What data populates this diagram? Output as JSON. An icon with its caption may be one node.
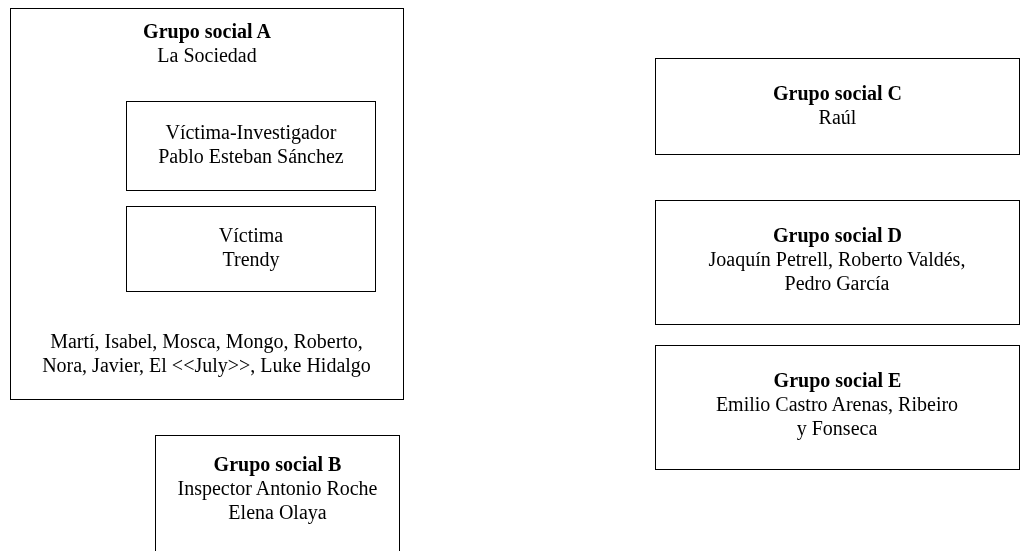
{
  "diagram": {
    "nodes": [
      {
        "text": [
          "Grupo social A",
          "La Sociedad",
          "Martí, Isabel, Mosca, Mongo, Roberto, Nora, Javier, El <<July>>, Luke Hidalgo"
        ]
      },
      {
        "text": [
          "Víctima-Investigador",
          "Pablo Esteban Sánchez"
        ],
        "in": 0
      },
      {
        "text": [
          "Víctima",
          "Trendy"
        ],
        "in": 0
      },
      {
        "text": [
          "Grupo social B",
          "Inspector Antonio Roche",
          "Elena Olaya"
        ]
      },
      {
        "text": [
          "Grupo social C",
          "Raúl"
        ]
      },
      {
        "text": [
          "Grupo social D",
          "Joaquín Petrell, Roberto Valdés, Pedro García"
        ]
      },
      {
        "text": [
          "Grupo social E",
          "Emilio Castro Arenas, Ribeiro y Fonseca"
        ]
      }
    ]
  }
}
